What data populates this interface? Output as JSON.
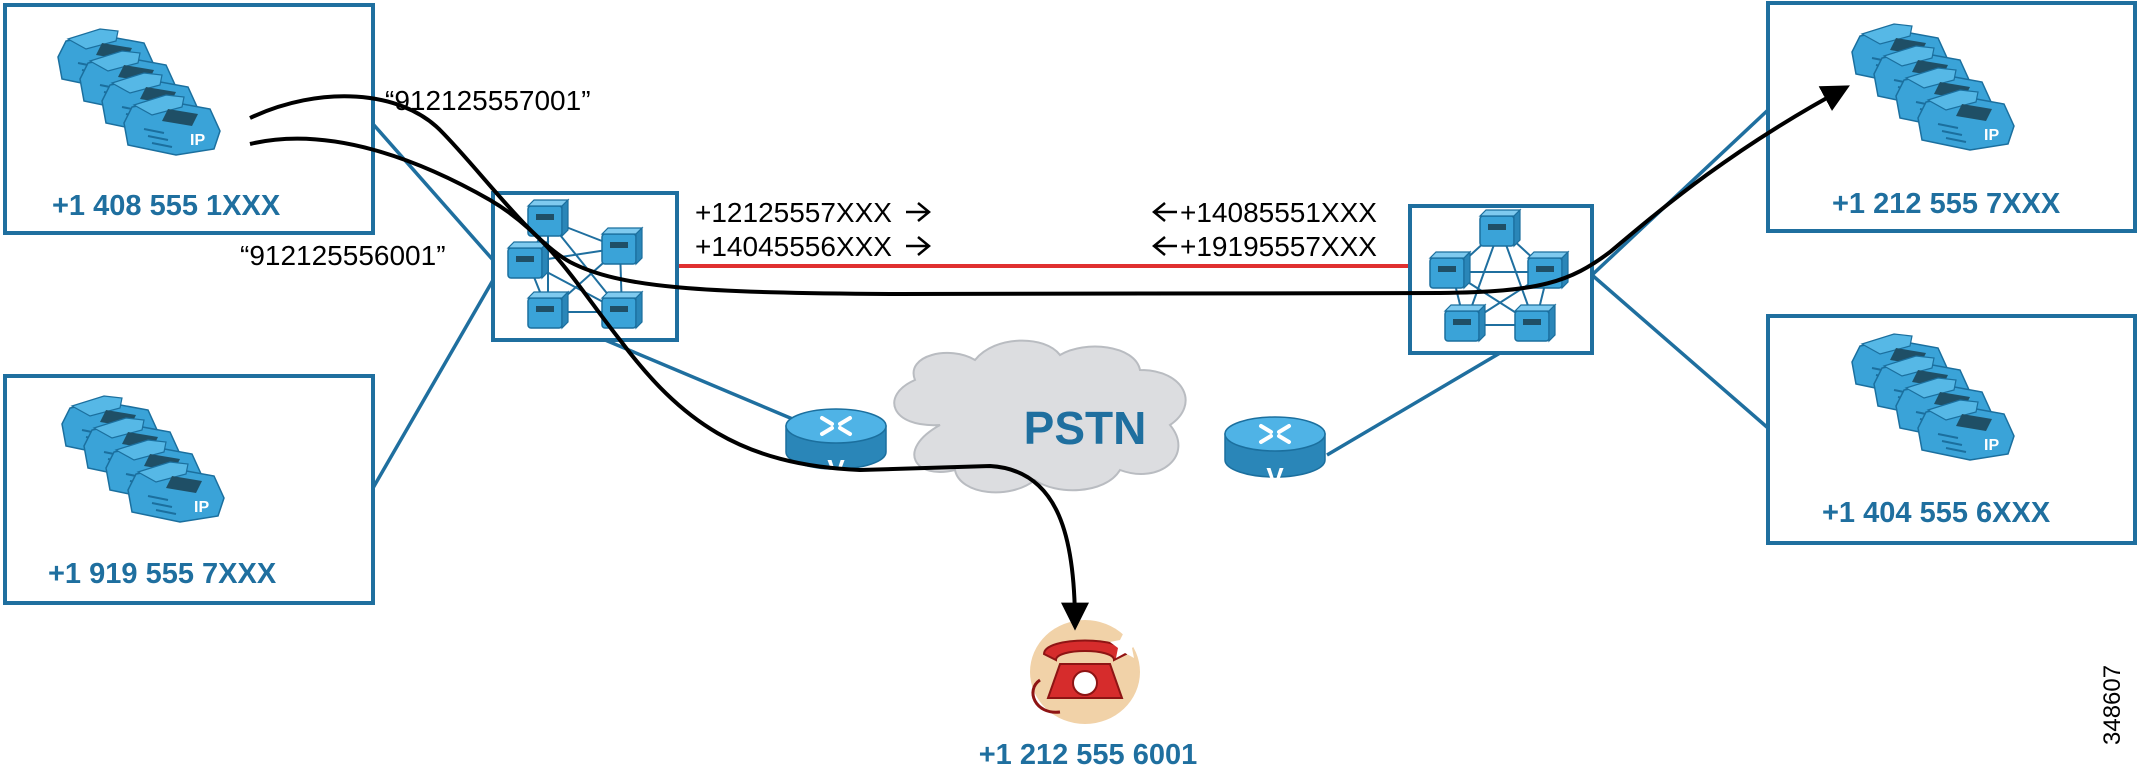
{
  "sites": {
    "site_1408": "+1 408 555 1XXX",
    "site_1919": "+1 919 555 7XXX",
    "site_1212": "+1 212 555 7XXX",
    "site_1404": "+1 404 555 6XXX"
  },
  "dial_strings": {
    "upper": "“912125557001”",
    "lower": "“912125556001”"
  },
  "routes": {
    "left_1": "+12125557XXX",
    "left_2": "+14045556XXX",
    "right_1": "+14085551XXX",
    "right_2": "+19195557XXX"
  },
  "pstn": {
    "label": "PSTN"
  },
  "destination": {
    "number": "+1 212 555 6001"
  },
  "router_badge": "V",
  "phone_badge": "IP",
  "figure_id": "348607",
  "colors": {
    "cisco_blue": "#1f6f9f",
    "device_blue": "#3aa3d8",
    "trunk_red": "#e03030",
    "call_path": "#000000",
    "cloud": "#dcdde0"
  },
  "icons": {
    "phone_stack": "ip-phone-stack-icon",
    "cluster": "call-manager-cluster-icon",
    "router": "voice-gateway-router-icon",
    "cloud": "pstn-cloud-icon",
    "handset": "analog-phone-icon"
  }
}
